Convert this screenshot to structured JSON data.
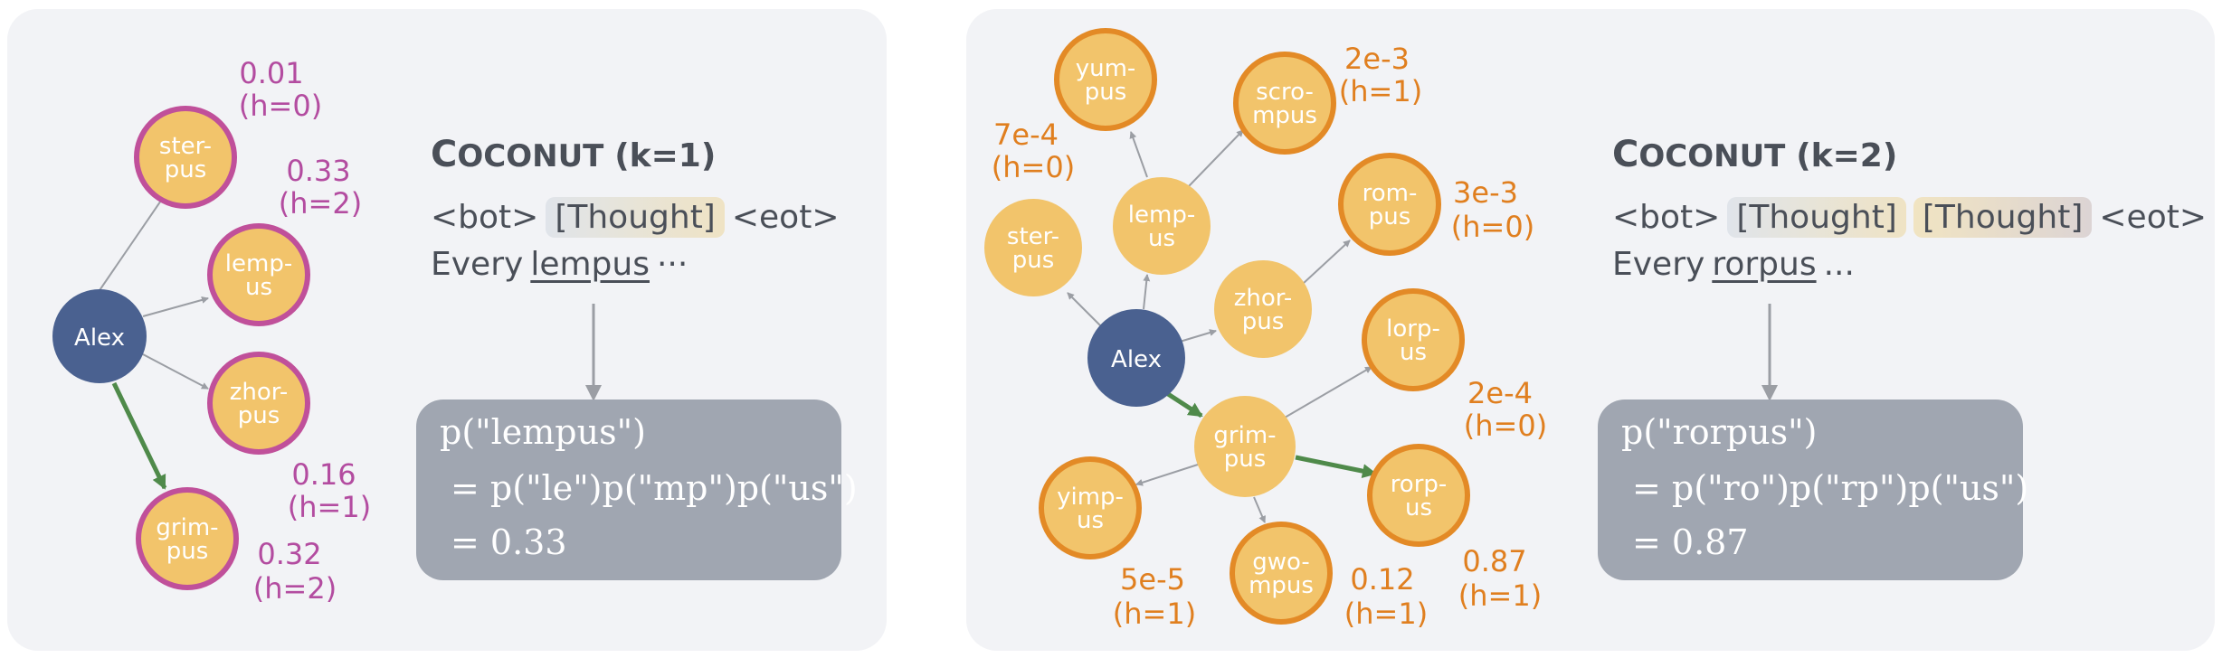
{
  "left": {
    "title_prefix": "C",
    "title_smallcaps": "OCONUT",
    "title_suffix": "(k=1)",
    "line1": {
      "bot": "<bot>",
      "thoughts": [
        "[Thought]"
      ],
      "eot": "<eot>"
    },
    "line2": {
      "every": "Every",
      "word": "lempus",
      "ellipsis": "···"
    },
    "box": {
      "l1": "p(\"lempus\")",
      "l2": "= p(\"le\")p(\"mp\")p(\"us\")",
      "l3": "= 0.33"
    },
    "nodes": {
      "alex": "Alex",
      "sterpus": [
        "ster-",
        "pus"
      ],
      "lempus": [
        "lemp-",
        "us"
      ],
      "zhorpus": [
        "zhor-",
        "pus"
      ],
      "grimpus": [
        "grim-",
        "pus"
      ]
    },
    "probs": {
      "sterpus": [
        "0.01",
        "(h=0)"
      ],
      "lempus": [
        "0.33",
        "(h=2)"
      ],
      "zhorpus": [
        "0.16",
        "(h=1)"
      ],
      "grimpus": [
        "0.32",
        "(h=2)"
      ]
    }
  },
  "right": {
    "title_prefix": "C",
    "title_smallcaps": "OCONUT",
    "title_suffix": "(k=2)",
    "line1": {
      "bot": "<bot>",
      "thoughts": [
        "[Thought]",
        "[Thought]"
      ],
      "eot": "<eot>"
    },
    "line2": {
      "every": "Every",
      "word": "rorpus",
      "ellipsis": "..."
    },
    "box": {
      "l1": "p(\"rorpus\")",
      "l2": "= p(\"ro\")p(\"rp\")p(\"us\")",
      "l3": "= 0.87"
    },
    "nodes": {
      "alex": "Alex",
      "yumpus": [
        "yum-",
        "pus"
      ],
      "scrompus": [
        "scro-",
        "mpus"
      ],
      "lempus": [
        "lemp-",
        "us"
      ],
      "sterpus": [
        "ster-",
        "pus"
      ],
      "rompus": [
        "rom-",
        "pus"
      ],
      "zhorpus": [
        "zhor-",
        "pus"
      ],
      "lorpus": [
        "lorp-",
        "us"
      ],
      "grimpus": [
        "grim-",
        "pus"
      ],
      "yimpus": [
        "yimp-",
        "us"
      ],
      "rorpus": [
        "rorp-",
        "us"
      ],
      "gwompus": [
        "gwo-",
        "mpus"
      ]
    },
    "probs": {
      "yumpus": [
        "7e-4",
        "(h=0)"
      ],
      "scrompus": [
        "2e-3",
        "(h=1)"
      ],
      "rompus": [
        "3e-3",
        "(h=0)"
      ],
      "lorpus": [
        "2e-4",
        "(h=0)"
      ],
      "yimpus": [
        "5e-5",
        "(h=1)"
      ],
      "gwompus": [
        "0.12",
        "(h=1)"
      ],
      "rorpus": [
        "0.87",
        "(h=1)"
      ]
    }
  },
  "colors": {
    "node_fill": "#f2c46b",
    "alex_fill": "#4a6190",
    "ring_left": "#c0509a",
    "ring_right": "#e38a26",
    "prob_left": "#b34ca0",
    "prob_right": "#e07f1f",
    "edge": "#9b9ea4",
    "highlight": "#4f8a4a"
  }
}
